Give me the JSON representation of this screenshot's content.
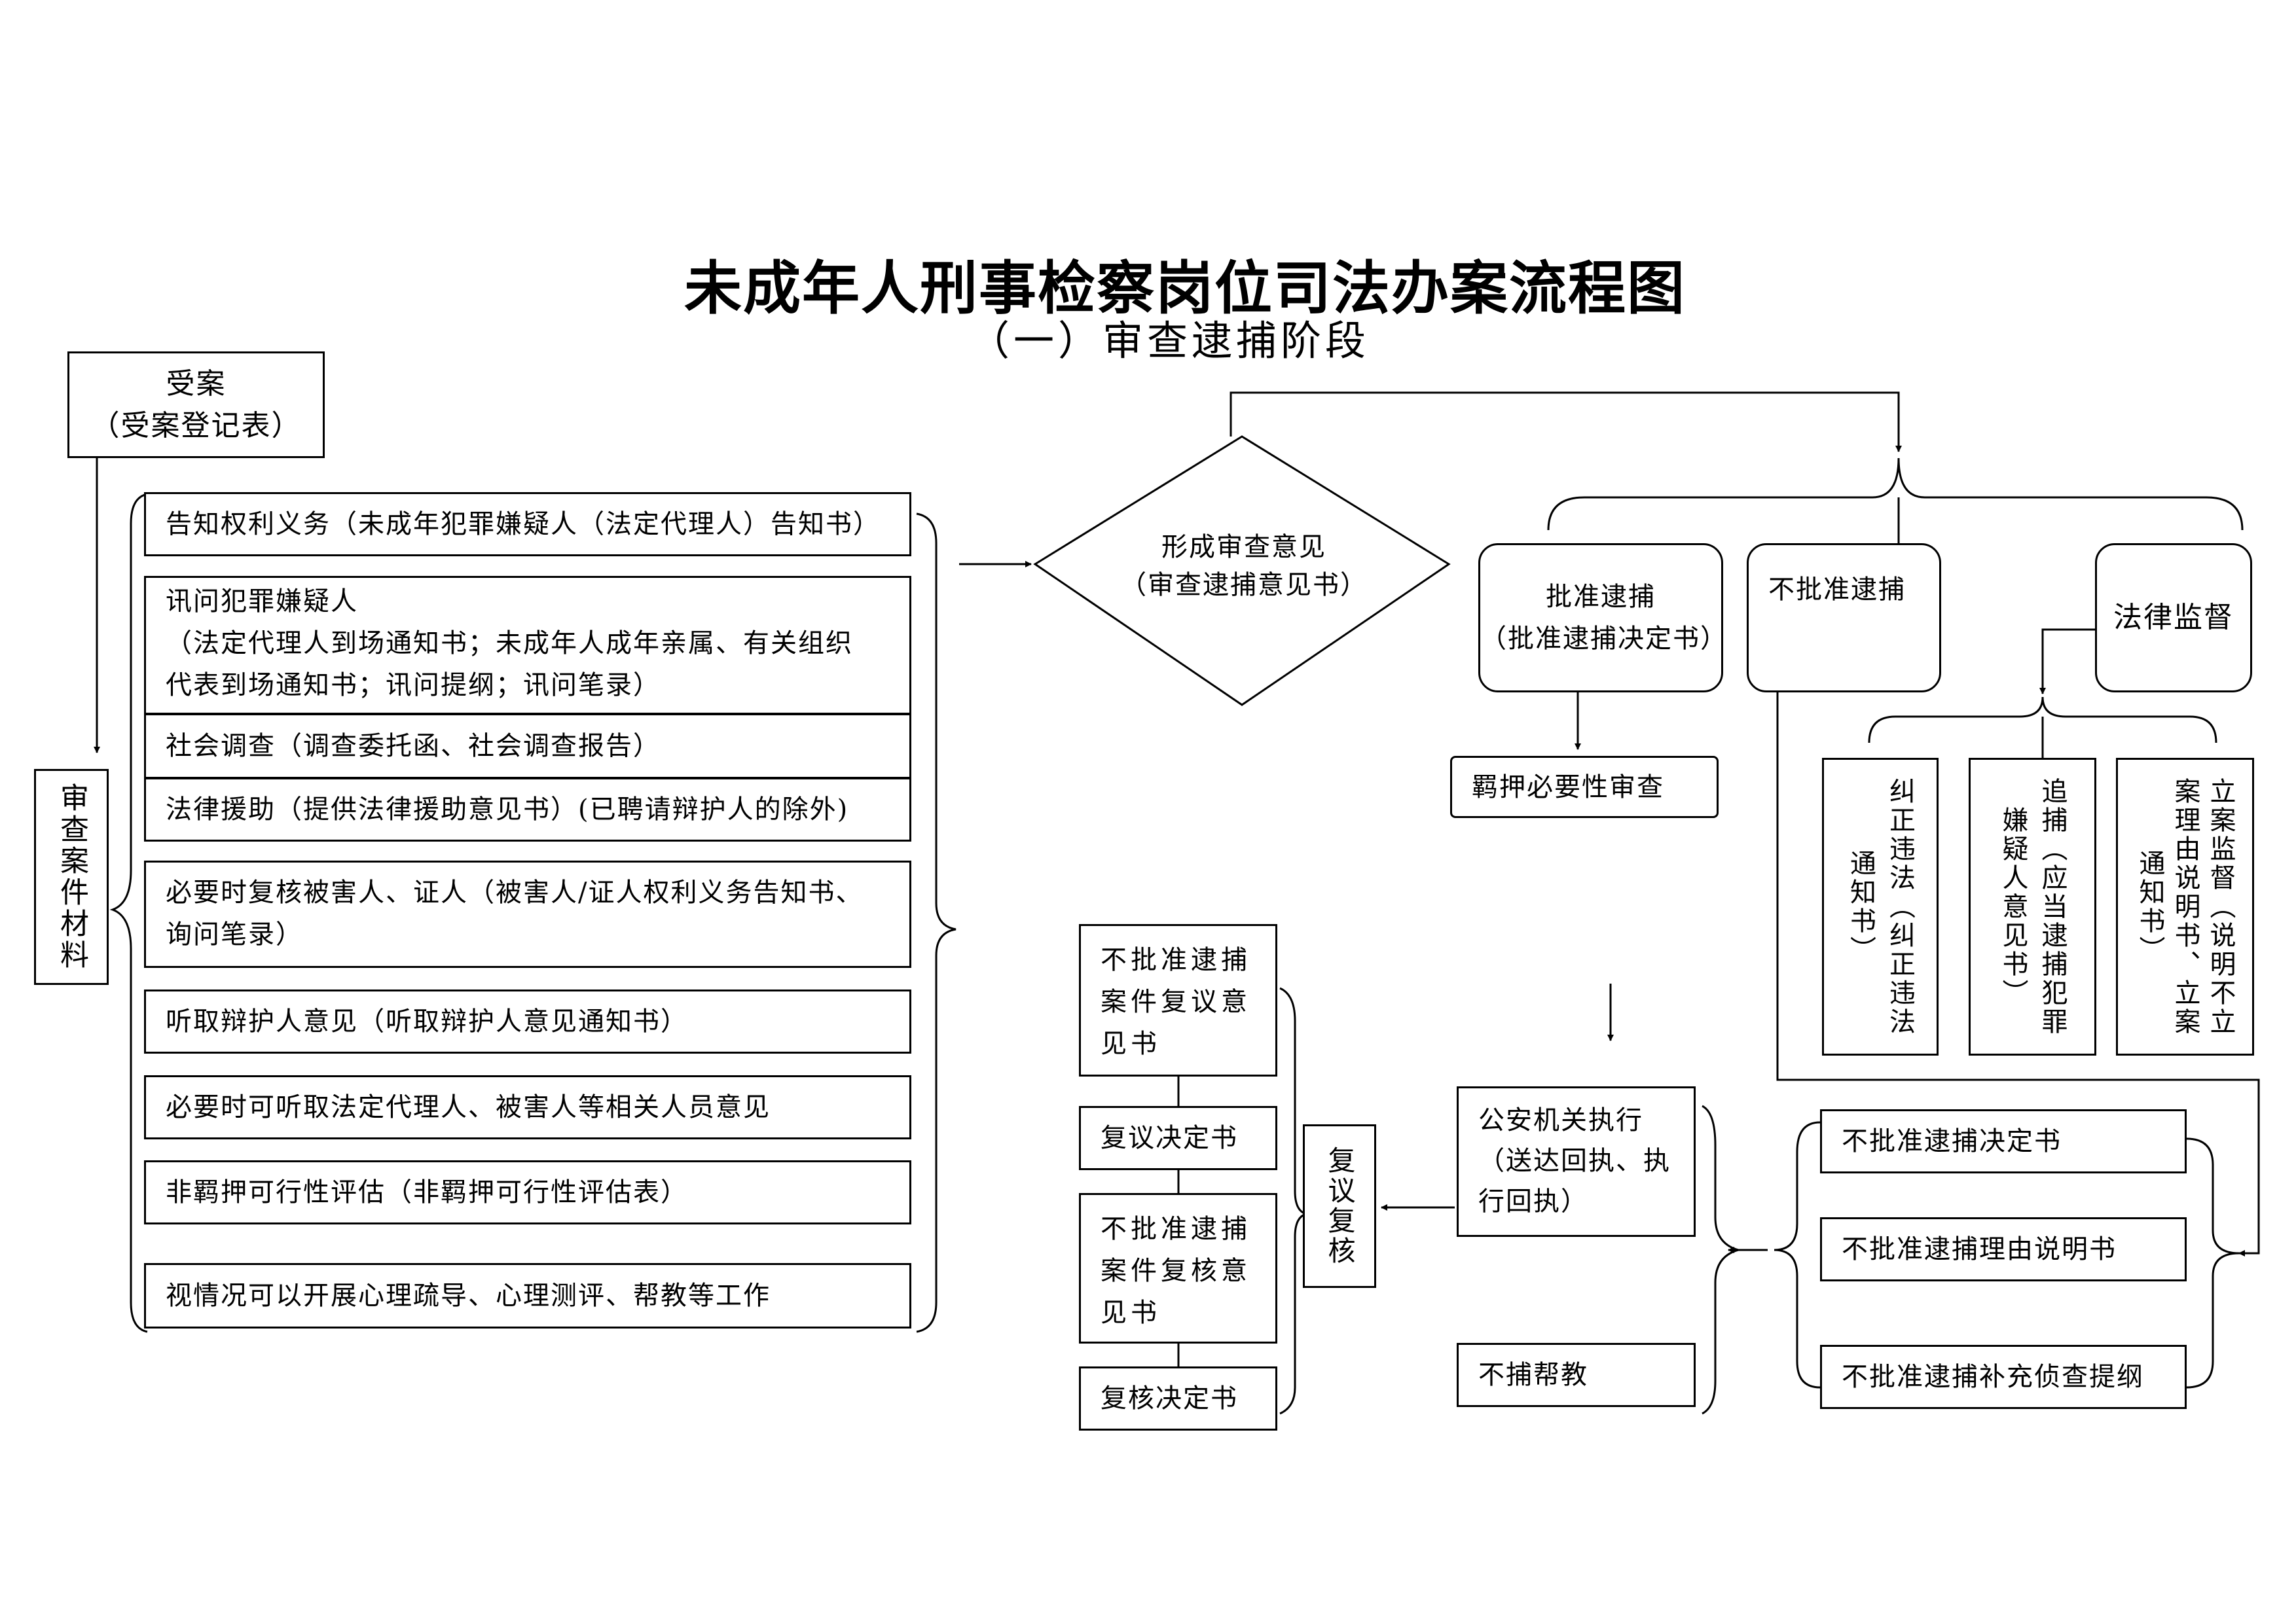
{
  "header": {
    "title": "未成年人刑事检察岗位司法办案流程图",
    "subtitle": "（一）审查逮捕阶段"
  },
  "intake": {
    "line1": "受案",
    "line2": "（受案登记表）"
  },
  "review_materials": "审查案件材料",
  "review_steps": [
    "告知权利义务（未成年犯罪嫌疑人（法定代理人）告知书）",
    "讯问犯罪嫌疑人",
    "（法定代理人到场通知书；未成年人成年亲属、有关组织代表到场通知书；讯问提纲；讯问笔录）",
    "社会调查（调查委托函、社会调查报告）",
    "法律援助（提供法律援助意见书）(已聘请辩护人的除外)",
    "必要时复核被害人、证人（被害人/证人权利义务告知书、询问笔录）",
    "听取辩护人意见（听取辩护人意见通知书）",
    "必要时可听取法定代理人、被害人等相关人员意见",
    "非羁押可行性评估（非羁押可行性评估表）",
    "视情况可以开展心理疏导、心理测评、帮教等工作"
  ],
  "decision": {
    "line1": "形成审查意见",
    "line2": "（审查逮捕意见书）"
  },
  "approve": {
    "line1": "批准逮捕",
    "line2": "（批准逮捕决定书）"
  },
  "reject": "不批准逮捕",
  "supervision": "法律监督",
  "detention_review": "羁押必要性审查",
  "supervision_items": [
    "纠正违法（纠正违法通知书）",
    "追捕（应当逮捕犯罪嫌疑人意见书）",
    "立案监督（说明不立案理由说明书、立案通知书）"
  ],
  "reject_docs": [
    "不批准逮捕决定书",
    "不批准逮捕理由说明书",
    "不批准逮捕补充侦查提纲"
  ],
  "police": "公安机关执行（送达回执、执行回执）",
  "no_arrest_help": "不捕帮教",
  "reconsider": "复议复核",
  "reconsider_docs": [
    "不批准逮捕案件复议意见书",
    "复议决定书",
    "不批准逮捕案件复核意见书",
    "复核决定书"
  ]
}
